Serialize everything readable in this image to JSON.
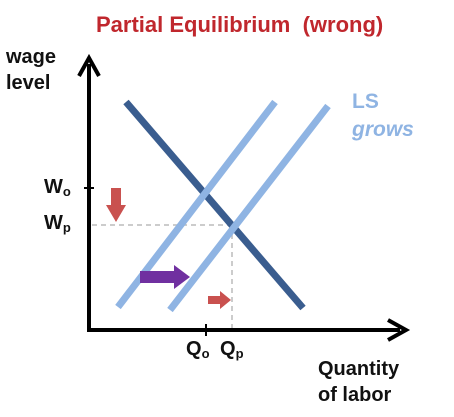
{
  "title": "Partial Equilibrium  (wrong)",
  "axes": {
    "y_label_line1": "wage",
    "y_label_line2": "level",
    "x_label_line1": "Quantity",
    "x_label_line2": "of labor"
  },
  "legend": {
    "line1": "LS",
    "line2": "grows"
  },
  "ticks": {
    "w_original_main": "W",
    "w_original_sub": "o",
    "w_new_main": "W",
    "w_new_sub": "p",
    "q_original_main": "Q",
    "q_original_sub": "o",
    "q_new_main": "Q",
    "q_new_sub": "p"
  },
  "colors": {
    "title": "#c0272d",
    "demand_line": "#3a5d8f",
    "supply_lines": "#8fb4e3",
    "down_arrow": "#c9514f",
    "shift_arrow": "#7030a0",
    "small_arrow": "#c9514f",
    "dashed": "#bbbbbb"
  }
}
